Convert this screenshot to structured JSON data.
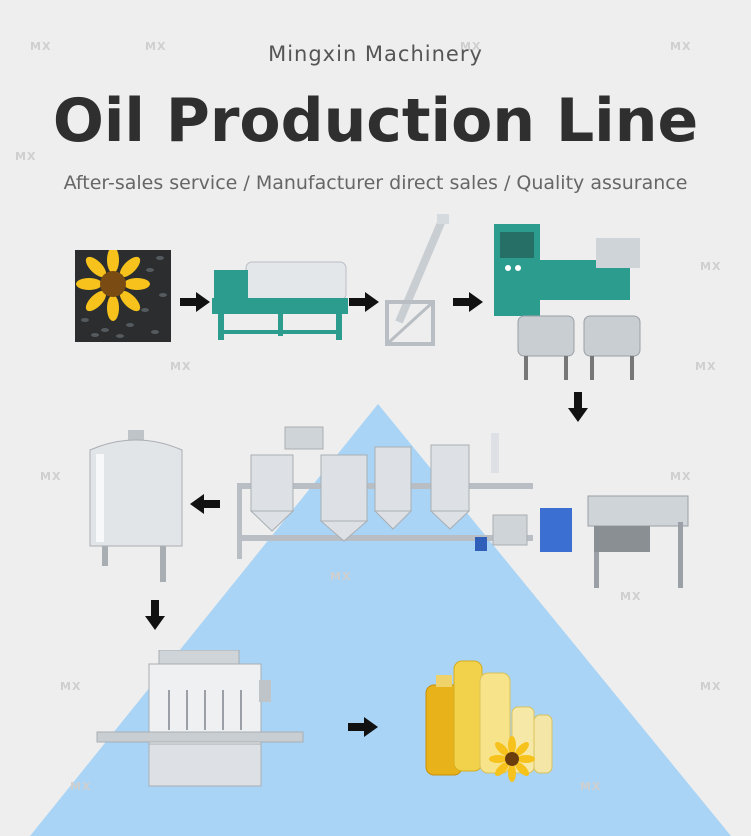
{
  "header": {
    "brand": "Mingxin Machinery",
    "title": "Oil Production Line",
    "subtitle": "After-sales service / Manufacturer direct sales / Quality assurance"
  },
  "watermark": {
    "text": "MX"
  },
  "colors": {
    "background": "#eeeeee",
    "triangle": "#a9d4f5",
    "machine_green": "#2c9c8e",
    "steel": "#c9ced3",
    "arrow": "#111111"
  },
  "steps": [
    {
      "icon": "sunflower-seeds-icon"
    },
    {
      "icon": "roaster-machine-icon"
    },
    {
      "icon": "screw-conveyor-icon"
    },
    {
      "icon": "oil-press-icon"
    },
    {
      "icon": "filter-press-icon"
    },
    {
      "icon": "refinery-tanks-icon"
    },
    {
      "icon": "storage-tank-icon"
    },
    {
      "icon": "filling-machine-icon"
    },
    {
      "icon": "oil-bottles-icon"
    }
  ]
}
